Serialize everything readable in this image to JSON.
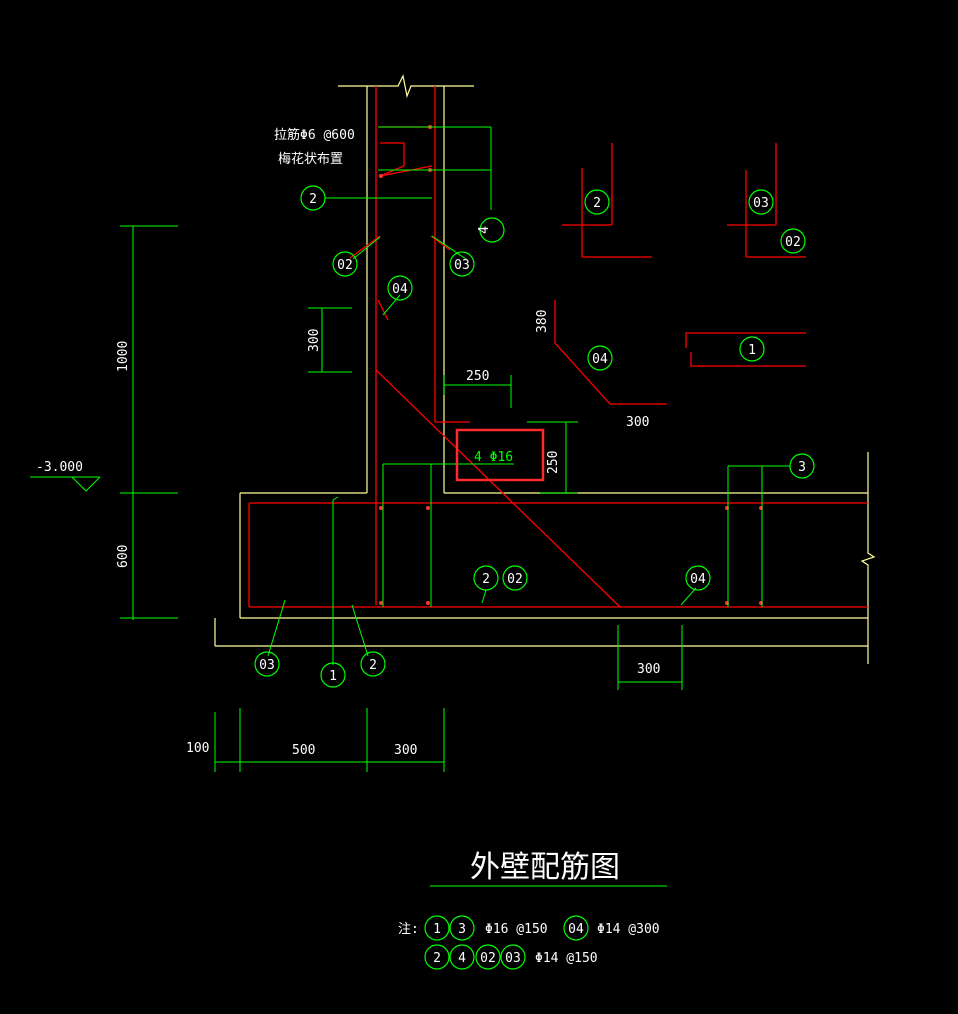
{
  "colors": {
    "background": "#000000",
    "concrete_outline": "#ffff99",
    "rebar": "#ff0000",
    "dimension": "#00ff00",
    "text": "#ffffff",
    "highlight": "#ff2a2a"
  },
  "annotations": {
    "tie_bar_line1": "拉筋Φ6 @600",
    "tie_bar_line2": "梅花状布置",
    "elevation": "-3.000",
    "corner_bars": "4 Φ16"
  },
  "dimensions": {
    "wall_height": "1000",
    "base_height": "600",
    "lap_300_left": "300",
    "anchor_250_h": "250",
    "anchor_250_v": "250",
    "detail_300_v": "380",
    "detail_300_h": "300",
    "bottom_300": "300",
    "left_100": "100",
    "span_500": "500",
    "span_300": "300"
  },
  "bubbles": {
    "b_2_wall": "2",
    "b_4_wall": "4",
    "b_02_wall": "02",
    "b_03_wall": "03",
    "b_04_wall": "04",
    "b_2_detail": "2",
    "b_03_detail": "03",
    "b_02_detail": "02",
    "b_04_detail": "04",
    "b_1_detail": "1",
    "b_3_base": "3",
    "b_2_base": "2",
    "b_02_base": "02",
    "b_04_base": "04",
    "b_03_bottom": "03",
    "b_1_bottom": "1",
    "b_2_bottom": "2"
  },
  "title": "外壁配筋图",
  "notes": {
    "label": "注:",
    "row1": {
      "bubbles": [
        "1",
        "3"
      ],
      "spec_a": "Φ16 @150",
      "bubble_b": "04",
      "spec_b": "Φ14 @300"
    },
    "row2": {
      "bubbles": [
        "2",
        "4",
        "02",
        "03"
      ],
      "spec": "Φ14 @150"
    }
  }
}
